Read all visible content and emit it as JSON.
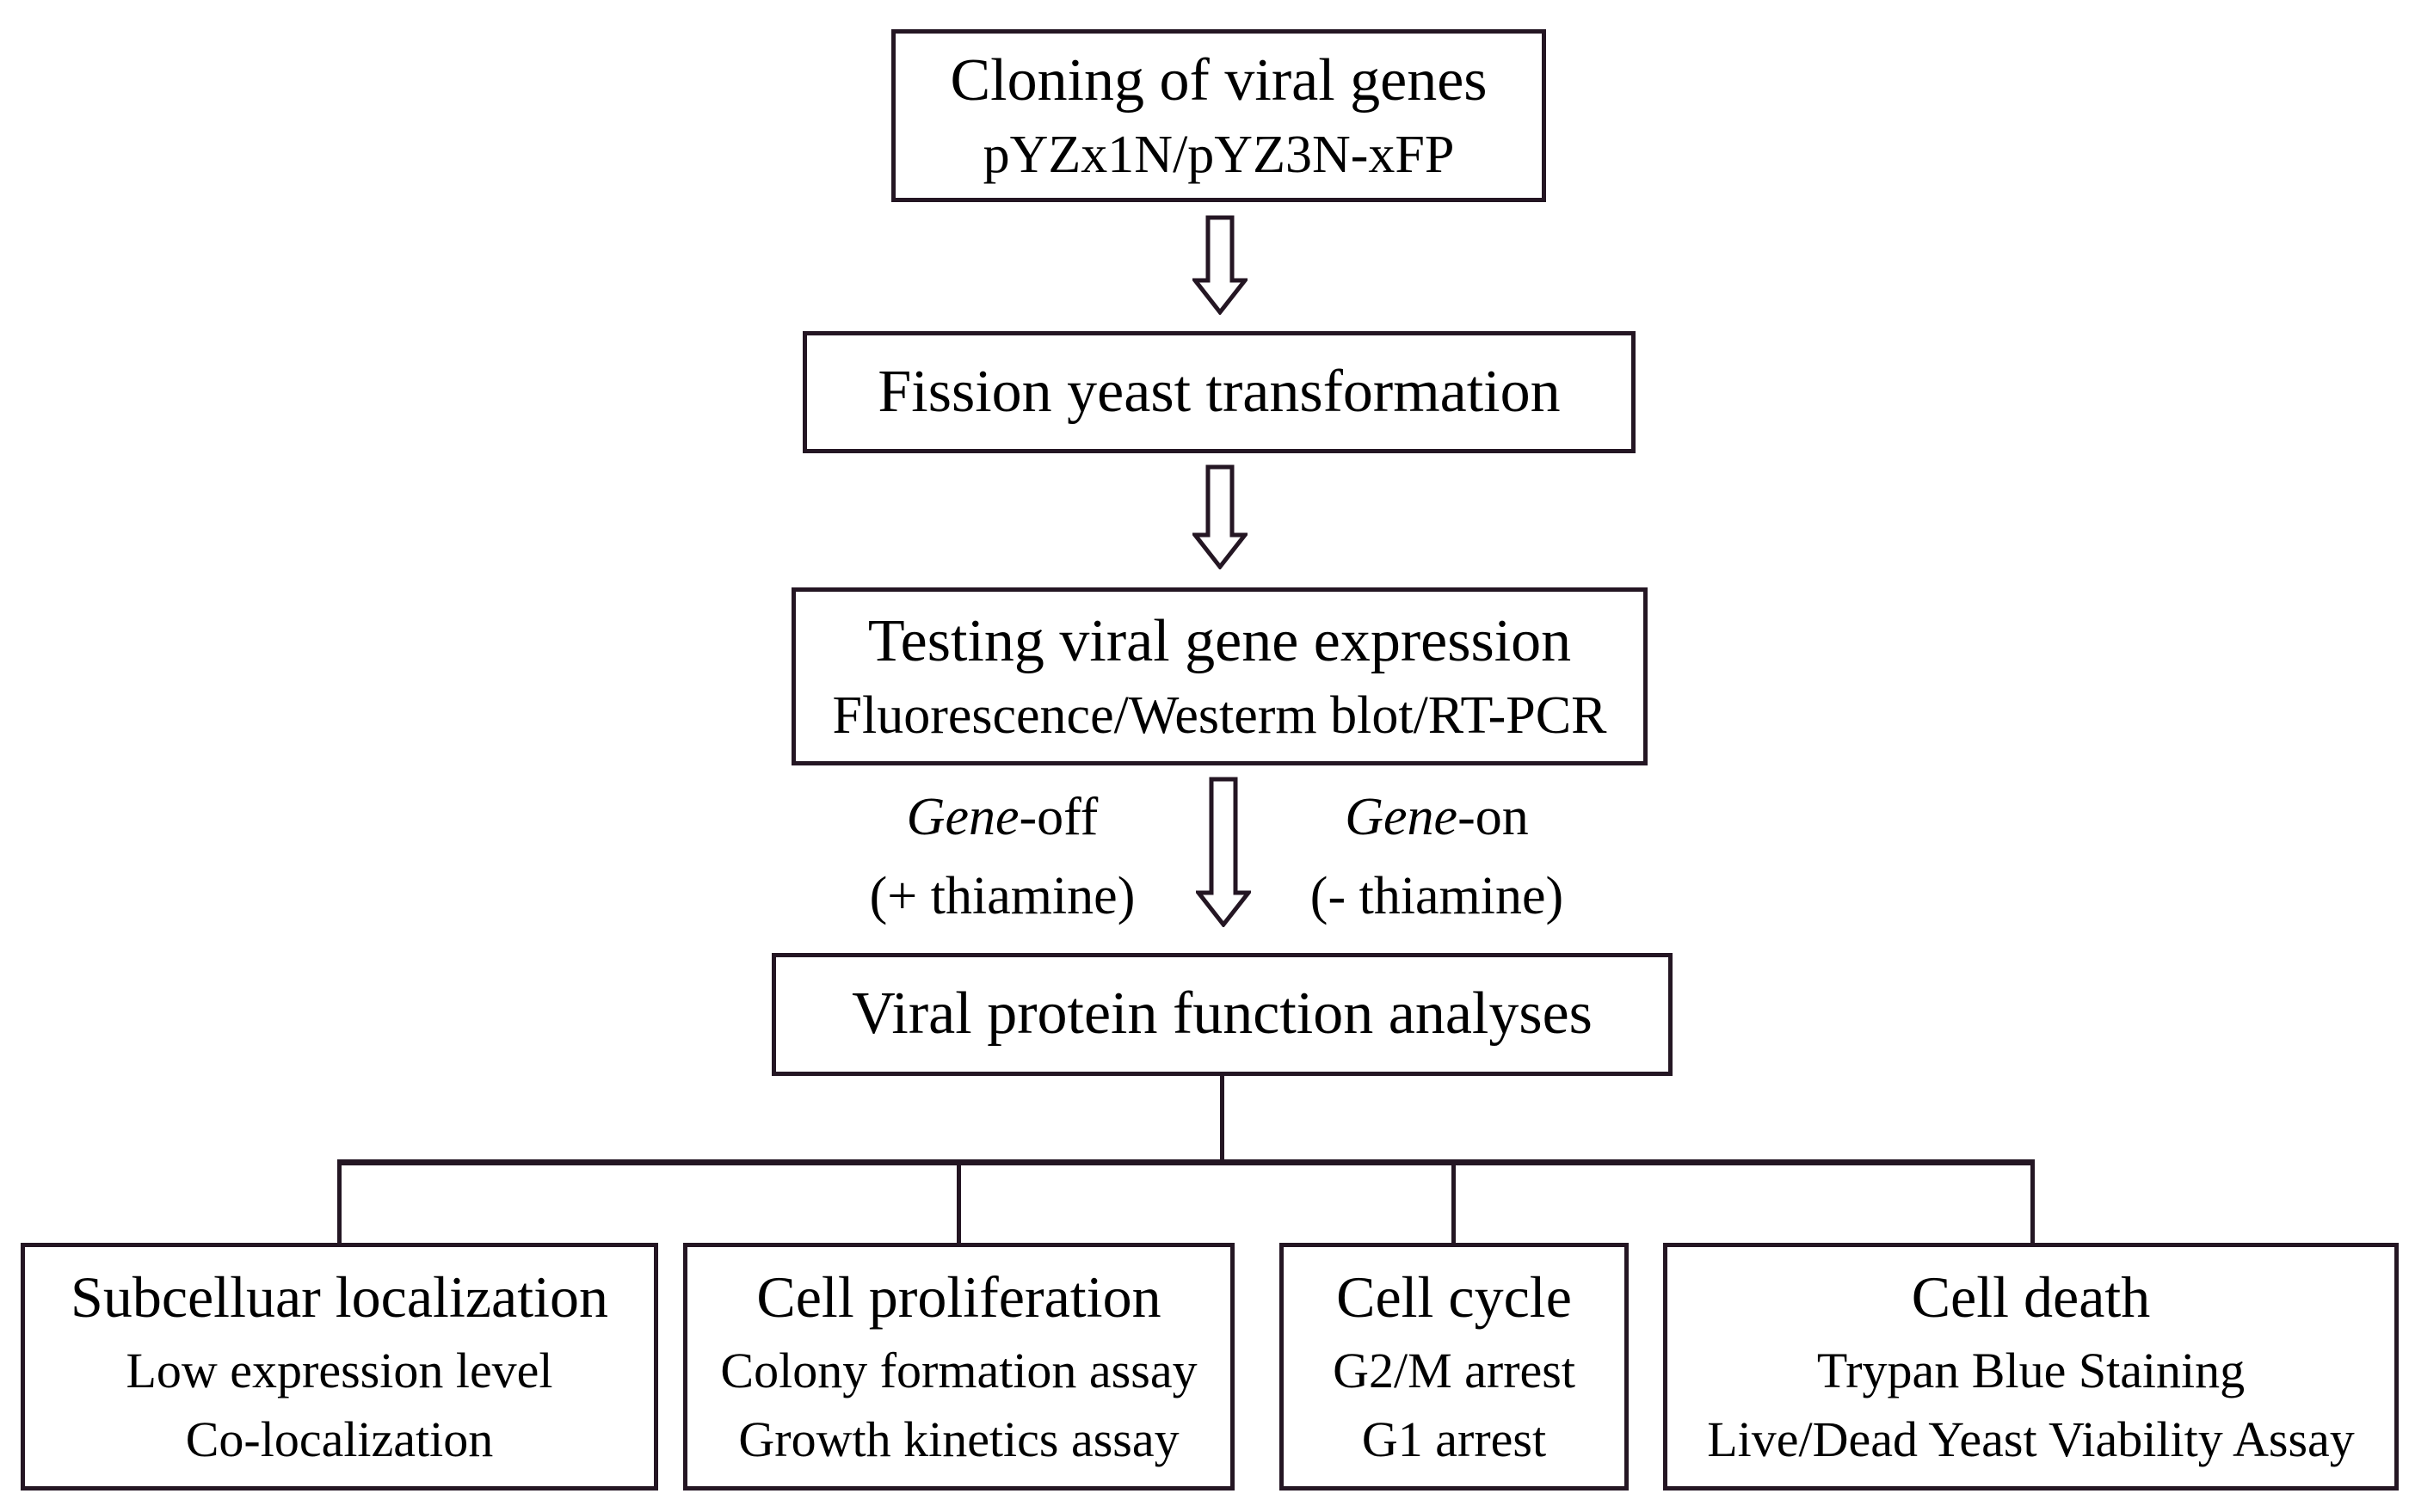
{
  "figure": {
    "background": "#ffffff",
    "line_color": "#241623",
    "text_color": "#000000"
  },
  "nodes": {
    "cloning": {
      "title": "Cloning of viral genes",
      "subtitle": "pYZx1N/pYZ3N-xFP"
    },
    "transformation": {
      "title": "Fission yeast transformation"
    },
    "testing": {
      "title": "Testing viral gene expression",
      "subtitle": "Fluorescence/Westerm blot/RT-PCR"
    },
    "function_analyses": {
      "title": "Viral protein function analyses"
    },
    "subcellular": {
      "title": "Subcelluar localization",
      "lines": [
        "Low expression level",
        "Co-localization"
      ]
    },
    "proliferation": {
      "title": "Cell proliferation",
      "lines": [
        "Colony formation assay",
        "Growth kinetics assay"
      ]
    },
    "cell_cycle": {
      "title": "Cell cycle",
      "lines": [
        "G2/M arrest",
        "G1 arrest"
      ]
    },
    "cell_death": {
      "title": "Cell death",
      "lines": [
        "Trypan Blue Staining",
        "Live/Dead Yeast Viability Assay"
      ]
    }
  },
  "branch_labels": {
    "gene_off": {
      "gene": "Gene",
      "suffix": "-off",
      "condition": "(+ thiamine)"
    },
    "gene_on": {
      "gene": "Gene",
      "suffix": "-on",
      "condition": "(- thiamine)"
    }
  }
}
